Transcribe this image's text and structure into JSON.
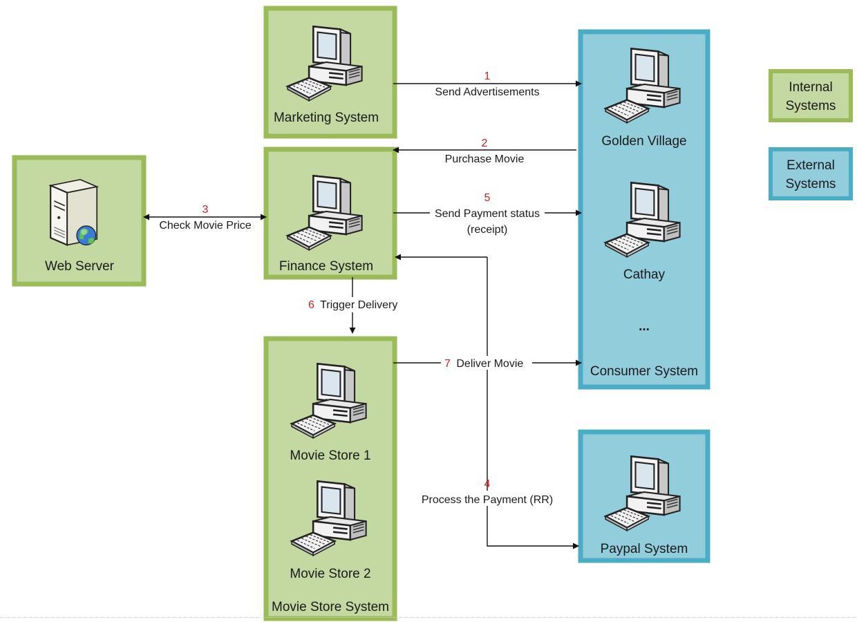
{
  "boxes": {
    "marketing": {
      "label": "Marketing System"
    },
    "finance": {
      "label": "Finance System"
    },
    "web_server": {
      "label": "Web Server"
    },
    "movie_store_system": {
      "label": "Movie Store System",
      "store1": "Movie Store 1",
      "store2": "Movie Store 2"
    },
    "consumer_system": {
      "label": "Consumer System",
      "golden_village": "Golden Village",
      "cathay": "Cathay",
      "ellipsis": "..."
    },
    "paypal": {
      "label": "Paypal System"
    }
  },
  "legend": {
    "internal": {
      "line1": "Internal",
      "line2": "Systems"
    },
    "external": {
      "line1": "External",
      "line2": "Systems"
    }
  },
  "edges": {
    "e1": {
      "step": "1",
      "label": "Send Advertisements"
    },
    "e2": {
      "step": "2",
      "label": "Purchase Movie"
    },
    "e3": {
      "step": "3",
      "label": "Check Movie Price"
    },
    "e4": {
      "step": "4",
      "label": "Process the Payment (RR)"
    },
    "e5": {
      "step": "5",
      "label1": "Send Payment status",
      "label2": "(receipt)"
    },
    "e6": {
      "step": "6",
      "label": "Trigger Delivery"
    },
    "e7": {
      "step": "7",
      "label": "Deliver Movie"
    }
  },
  "colors": {
    "internal_fill": "#c4d8a1",
    "internal_border": "#9bbb59",
    "external_fill": "#92cddc",
    "external_border": "#4bacc6",
    "step_number": "#cc1f1f"
  },
  "icons": {
    "computer": "computer-icon",
    "server": "server-globe-icon"
  }
}
